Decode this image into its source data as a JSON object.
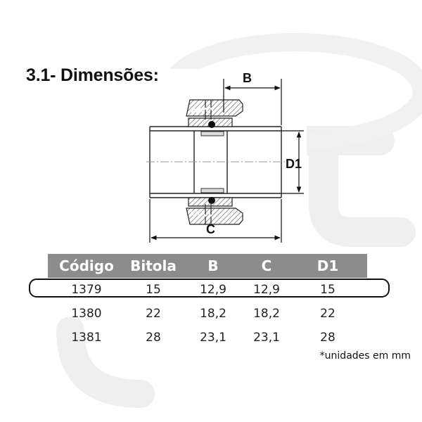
{
  "section": {
    "title": "3.1- Dimensões:"
  },
  "drawing": {
    "dimension_labels": {
      "b": "B",
      "d1": "D1",
      "c": "C"
    }
  },
  "table": {
    "headers": [
      "Código",
      "Bitola",
      "B",
      "C",
      "D1"
    ],
    "rows": [
      [
        "1379",
        "15",
        "12,9",
        "12,9",
        "15"
      ],
      [
        "1380",
        "22",
        "18,2",
        "18,2",
        "22"
      ],
      [
        "1381",
        "28",
        "23,1",
        "23,1",
        "28"
      ]
    ]
  },
  "footnote": "*unidades em mm",
  "colors": {
    "header_background": "#8c8c8c",
    "header_text": "#ffffff",
    "watermark": "#eeeeee",
    "ink": "#111111"
  }
}
